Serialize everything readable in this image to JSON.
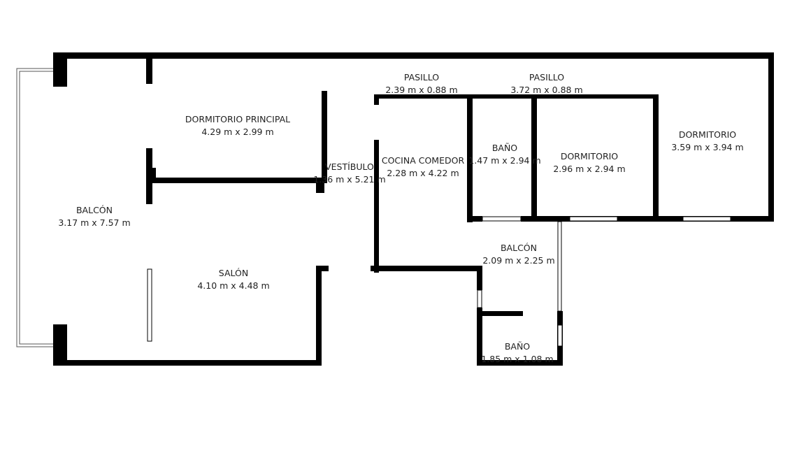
{
  "plan": {
    "wall_color": "#000000",
    "background": "#ffffff",
    "rooms": [
      {
        "name": "BALCÓN",
        "dims": "3.17 m x 7.57 m"
      },
      {
        "name": "DORMITORIO PRINCIPAL",
        "dims": "4.29 m x 2.99 m"
      },
      {
        "name": "SALÓN",
        "dims": "4.10 m x 4.48 m"
      },
      {
        "name": "VESTÍBULO",
        "dims": "1.36 m x 5.21 m"
      },
      {
        "name": "PASILLO",
        "dims": "2.39 m x 0.88 m"
      },
      {
        "name": "PASILLO",
        "dims": "3.72 m x 0.88 m"
      },
      {
        "name": "COCINA COMEDOR",
        "dims": "2.28 m x 4.22 m"
      },
      {
        "name": "BAÑO",
        "dims": "1.47 m x 2.94 m"
      },
      {
        "name": "DORMITORIO",
        "dims": "2.96 m x 2.94 m"
      },
      {
        "name": "DORMITORIO",
        "dims": "3.59 m x 3.94 m"
      },
      {
        "name": "BALCÓN",
        "dims": "2.09 m x 2.25 m"
      },
      {
        "name": "BAÑO",
        "dims": "1.85 m x 1.08 m"
      }
    ]
  }
}
